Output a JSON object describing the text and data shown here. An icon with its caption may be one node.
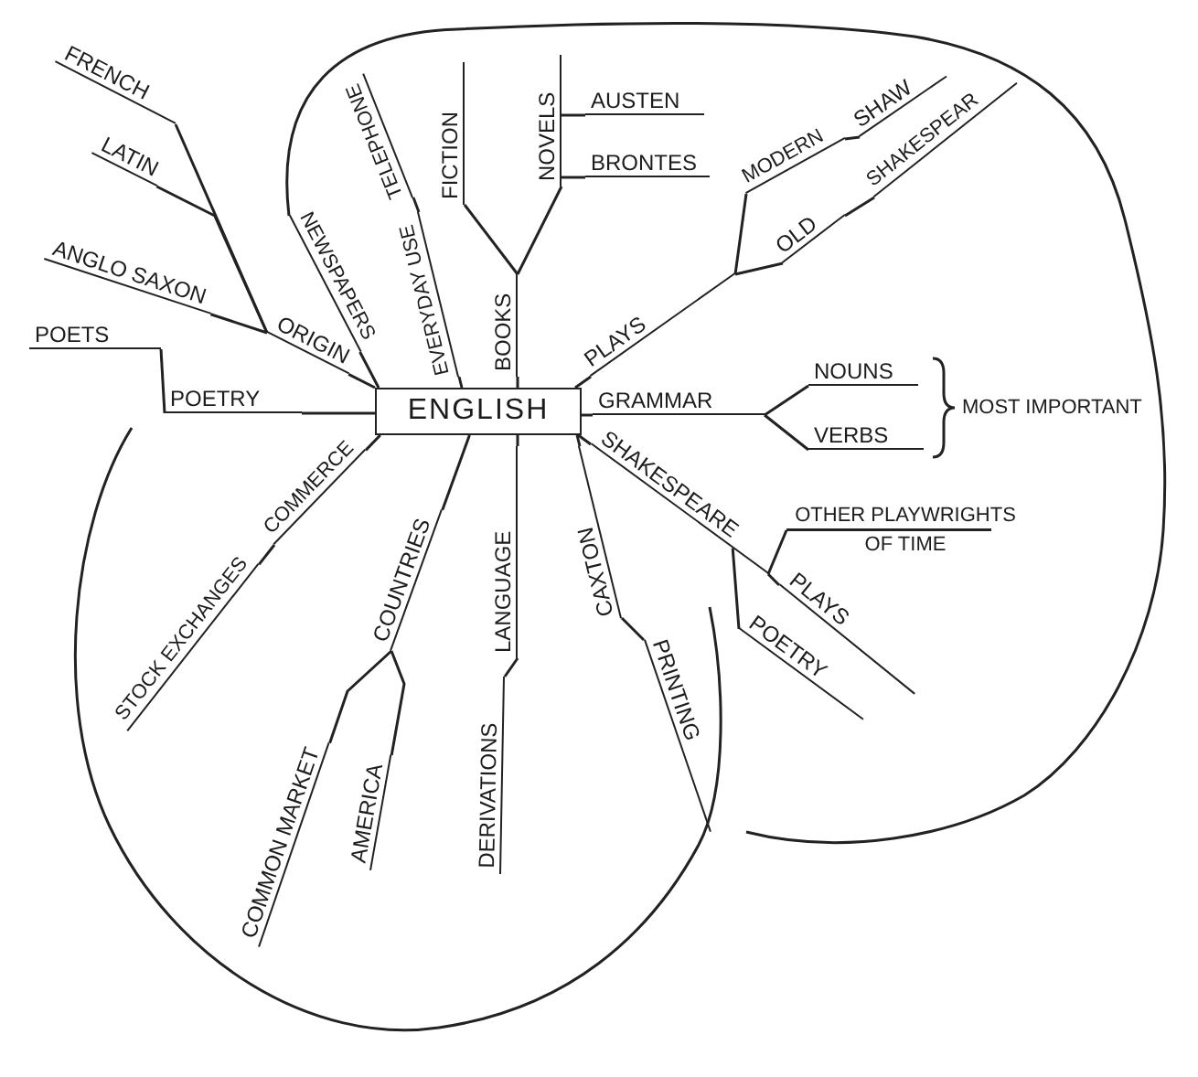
{
  "diagram": {
    "nodes": [
      {
        "text": [
          "ENGLISH"
        ]
      },
      {
        "text": [
          "POETRY"
        ]
      },
      {
        "text": [
          "POETS"
        ]
      },
      {
        "text": [
          "ORIGIN"
        ]
      },
      {
        "text": [
          "ANGLO SAXON"
        ]
      },
      {
        "text": [
          "LATIN"
        ]
      },
      {
        "text": [
          "FRENCH"
        ]
      },
      {
        "text": [
          "NEWSPAPERS"
        ]
      },
      {
        "text": [
          "EVERYDAY USE"
        ]
      },
      {
        "text": [
          "TELEPHONE"
        ]
      },
      {
        "text": [
          "BOOKS"
        ]
      },
      {
        "text": [
          "FICTION"
        ]
      },
      {
        "text": [
          "NOVELS"
        ]
      },
      {
        "text": [
          "AUSTEN"
        ]
      },
      {
        "text": [
          "BRONTES"
        ]
      },
      {
        "text": [
          "PLAYS"
        ]
      },
      {
        "text": [
          "MODERN"
        ]
      },
      {
        "text": [
          "SHAW"
        ]
      },
      {
        "text": [
          "OLD"
        ]
      },
      {
        "text": [
          "SHAKESPEAR"
        ]
      },
      {
        "text": [
          "GRAMMAR"
        ]
      },
      {
        "text": [
          "NOUNS"
        ]
      },
      {
        "text": [
          "VERBS"
        ]
      },
      {
        "text": [
          "SHAKESPEARE"
        ]
      },
      {
        "text": [
          "OTHER PLAYWRIGHTS OF TIME"
        ]
      },
      {
        "text": [
          "PLAYS"
        ]
      },
      {
        "text": [
          "POETRY"
        ]
      },
      {
        "text": [
          "CAXTON"
        ]
      },
      {
        "text": [
          "PRINTING"
        ]
      },
      {
        "text": [
          "LANGUAGE"
        ]
      },
      {
        "text": [
          "DERIVATIONS"
        ]
      },
      {
        "text": [
          "COUNTRIES"
        ]
      },
      {
        "text": [
          "COMMON MARKET"
        ]
      },
      {
        "text": [
          "AMERICA"
        ]
      },
      {
        "text": [
          "COMMERCE"
        ]
      },
      {
        "text": [
          "STOCK EXCHANGES"
        ]
      }
    ],
    "edges": [
      {
        "from": 0,
        "to": 1,
        "arrow": "none"
      },
      {
        "from": 1,
        "to": 2,
        "arrow": "none"
      },
      {
        "from": 0,
        "to": 3,
        "arrow": "none"
      },
      {
        "from": 3,
        "to": 4,
        "arrow": "none"
      },
      {
        "from": 3,
        "to": 5,
        "arrow": "none"
      },
      {
        "from": 3,
        "to": 6,
        "arrow": "none"
      },
      {
        "from": 0,
        "to": 7,
        "arrow": "none"
      },
      {
        "from": 0,
        "to": 8,
        "arrow": "none"
      },
      {
        "from": 8,
        "to": 9,
        "arrow": "none"
      },
      {
        "from": 0,
        "to": 10,
        "arrow": "none"
      },
      {
        "from": 10,
        "to": 11,
        "arrow": "none"
      },
      {
        "from": 10,
        "to": 12,
        "arrow": "none"
      },
      {
        "from": 12,
        "to": 13,
        "arrow": "none"
      },
      {
        "from": 12,
        "to": 14,
        "arrow": "none"
      },
      {
        "from": 0,
        "to": 15,
        "arrow": "none"
      },
      {
        "from": 15,
        "to": 16,
        "arrow": "none"
      },
      {
        "from": 16,
        "to": 17,
        "arrow": "none"
      },
      {
        "from": 15,
        "to": 18,
        "arrow": "none"
      },
      {
        "from": 18,
        "to": 19,
        "arrow": "none"
      },
      {
        "from": 0,
        "to": 20,
        "arrow": "none"
      },
      {
        "from": 20,
        "to": 21,
        "arrow": "none"
      },
      {
        "from": 20,
        "to": 22,
        "arrow": "none"
      },
      {
        "from": 0,
        "to": 23,
        "arrow": "none"
      },
      {
        "from": 23,
        "to": 24,
        "arrow": "none"
      },
      {
        "from": 23,
        "to": 25,
        "arrow": "none"
      },
      {
        "from": 23,
        "to": 26,
        "arrow": "none"
      },
      {
        "from": 0,
        "to": 27,
        "arrow": "none"
      },
      {
        "from": 27,
        "to": 28,
        "arrow": "none"
      },
      {
        "from": 0,
        "to": 29,
        "arrow": "none"
      },
      {
        "from": 29,
        "to": 30,
        "arrow": "none"
      },
      {
        "from": 0,
        "to": 31,
        "arrow": "none"
      },
      {
        "from": 31,
        "to": 32,
        "arrow": "none"
      },
      {
        "from": 31,
        "to": 33,
        "arrow": "none"
      },
      {
        "from": 0,
        "to": 34,
        "arrow": "none"
      },
      {
        "from": 34,
        "to": 35,
        "arrow": "none"
      }
    ],
    "labels": [
      "MOST IMPORTANT"
    ]
  }
}
